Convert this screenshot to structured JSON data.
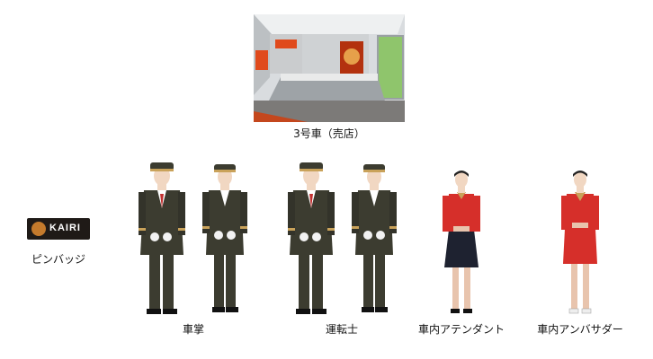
{
  "car_photo": {
    "caption": "3号車（売店）"
  },
  "pin_badge": {
    "logo_text": "KAIRI",
    "caption": "ピンバッジ"
  },
  "figures": [
    {
      "caption": "車掌"
    },
    {
      "caption": "運転士"
    },
    {
      "caption": "車内アテンダント"
    },
    {
      "caption": "車内アンバサダー"
    }
  ],
  "colors": {
    "uniform_dark": "#3c3c30",
    "attendant_red": "#d62f2a",
    "attendant_skirt": "#1e2230",
    "accent_gold": "#c9a25a",
    "interior_orange": "#e04a1c"
  }
}
